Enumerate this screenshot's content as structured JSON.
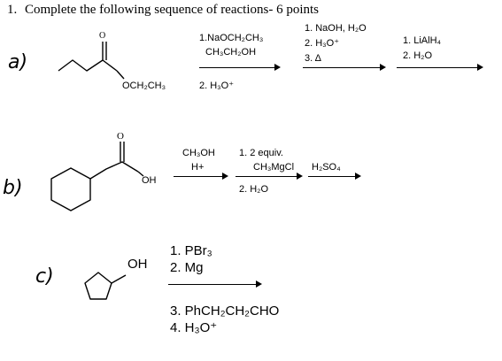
{
  "question": {
    "number": "1.",
    "text": "Complete the following sequence of reactions- 6 points"
  },
  "part_a": {
    "label": "a)",
    "substituent": "OCH₂CH₃",
    "step1_line1": "1.NaOCH₂CH₃",
    "step1_line2": "CH₃CH₂OH",
    "step1_line3": "2. H₃O⁺",
    "step2_line1": "1. NaOH, H₂O",
    "step2_line2": "2. H₃O⁺",
    "step2_line3": "3. Δ",
    "step3_line1": "1. LiAlH₄",
    "step3_line2": "2. H₂O"
  },
  "part_b": {
    "label": "b)",
    "substituent": "OH",
    "step1_line1": "CH₃OH",
    "step1_line2": "H+",
    "step2_line1": "1. 2 equiv.",
    "step2_line2": "CH₃MgCl",
    "step2_line3": "2. H₂O",
    "step3_line1": "H₂SO₄"
  },
  "part_c": {
    "label": "c)",
    "substituent": "OH",
    "step_line1": "1. PBr₃",
    "step_line2": "2. Mg",
    "step_line3": "3. PhCH₂CH₂CHO",
    "step_line4": "4. H₃O⁺"
  }
}
